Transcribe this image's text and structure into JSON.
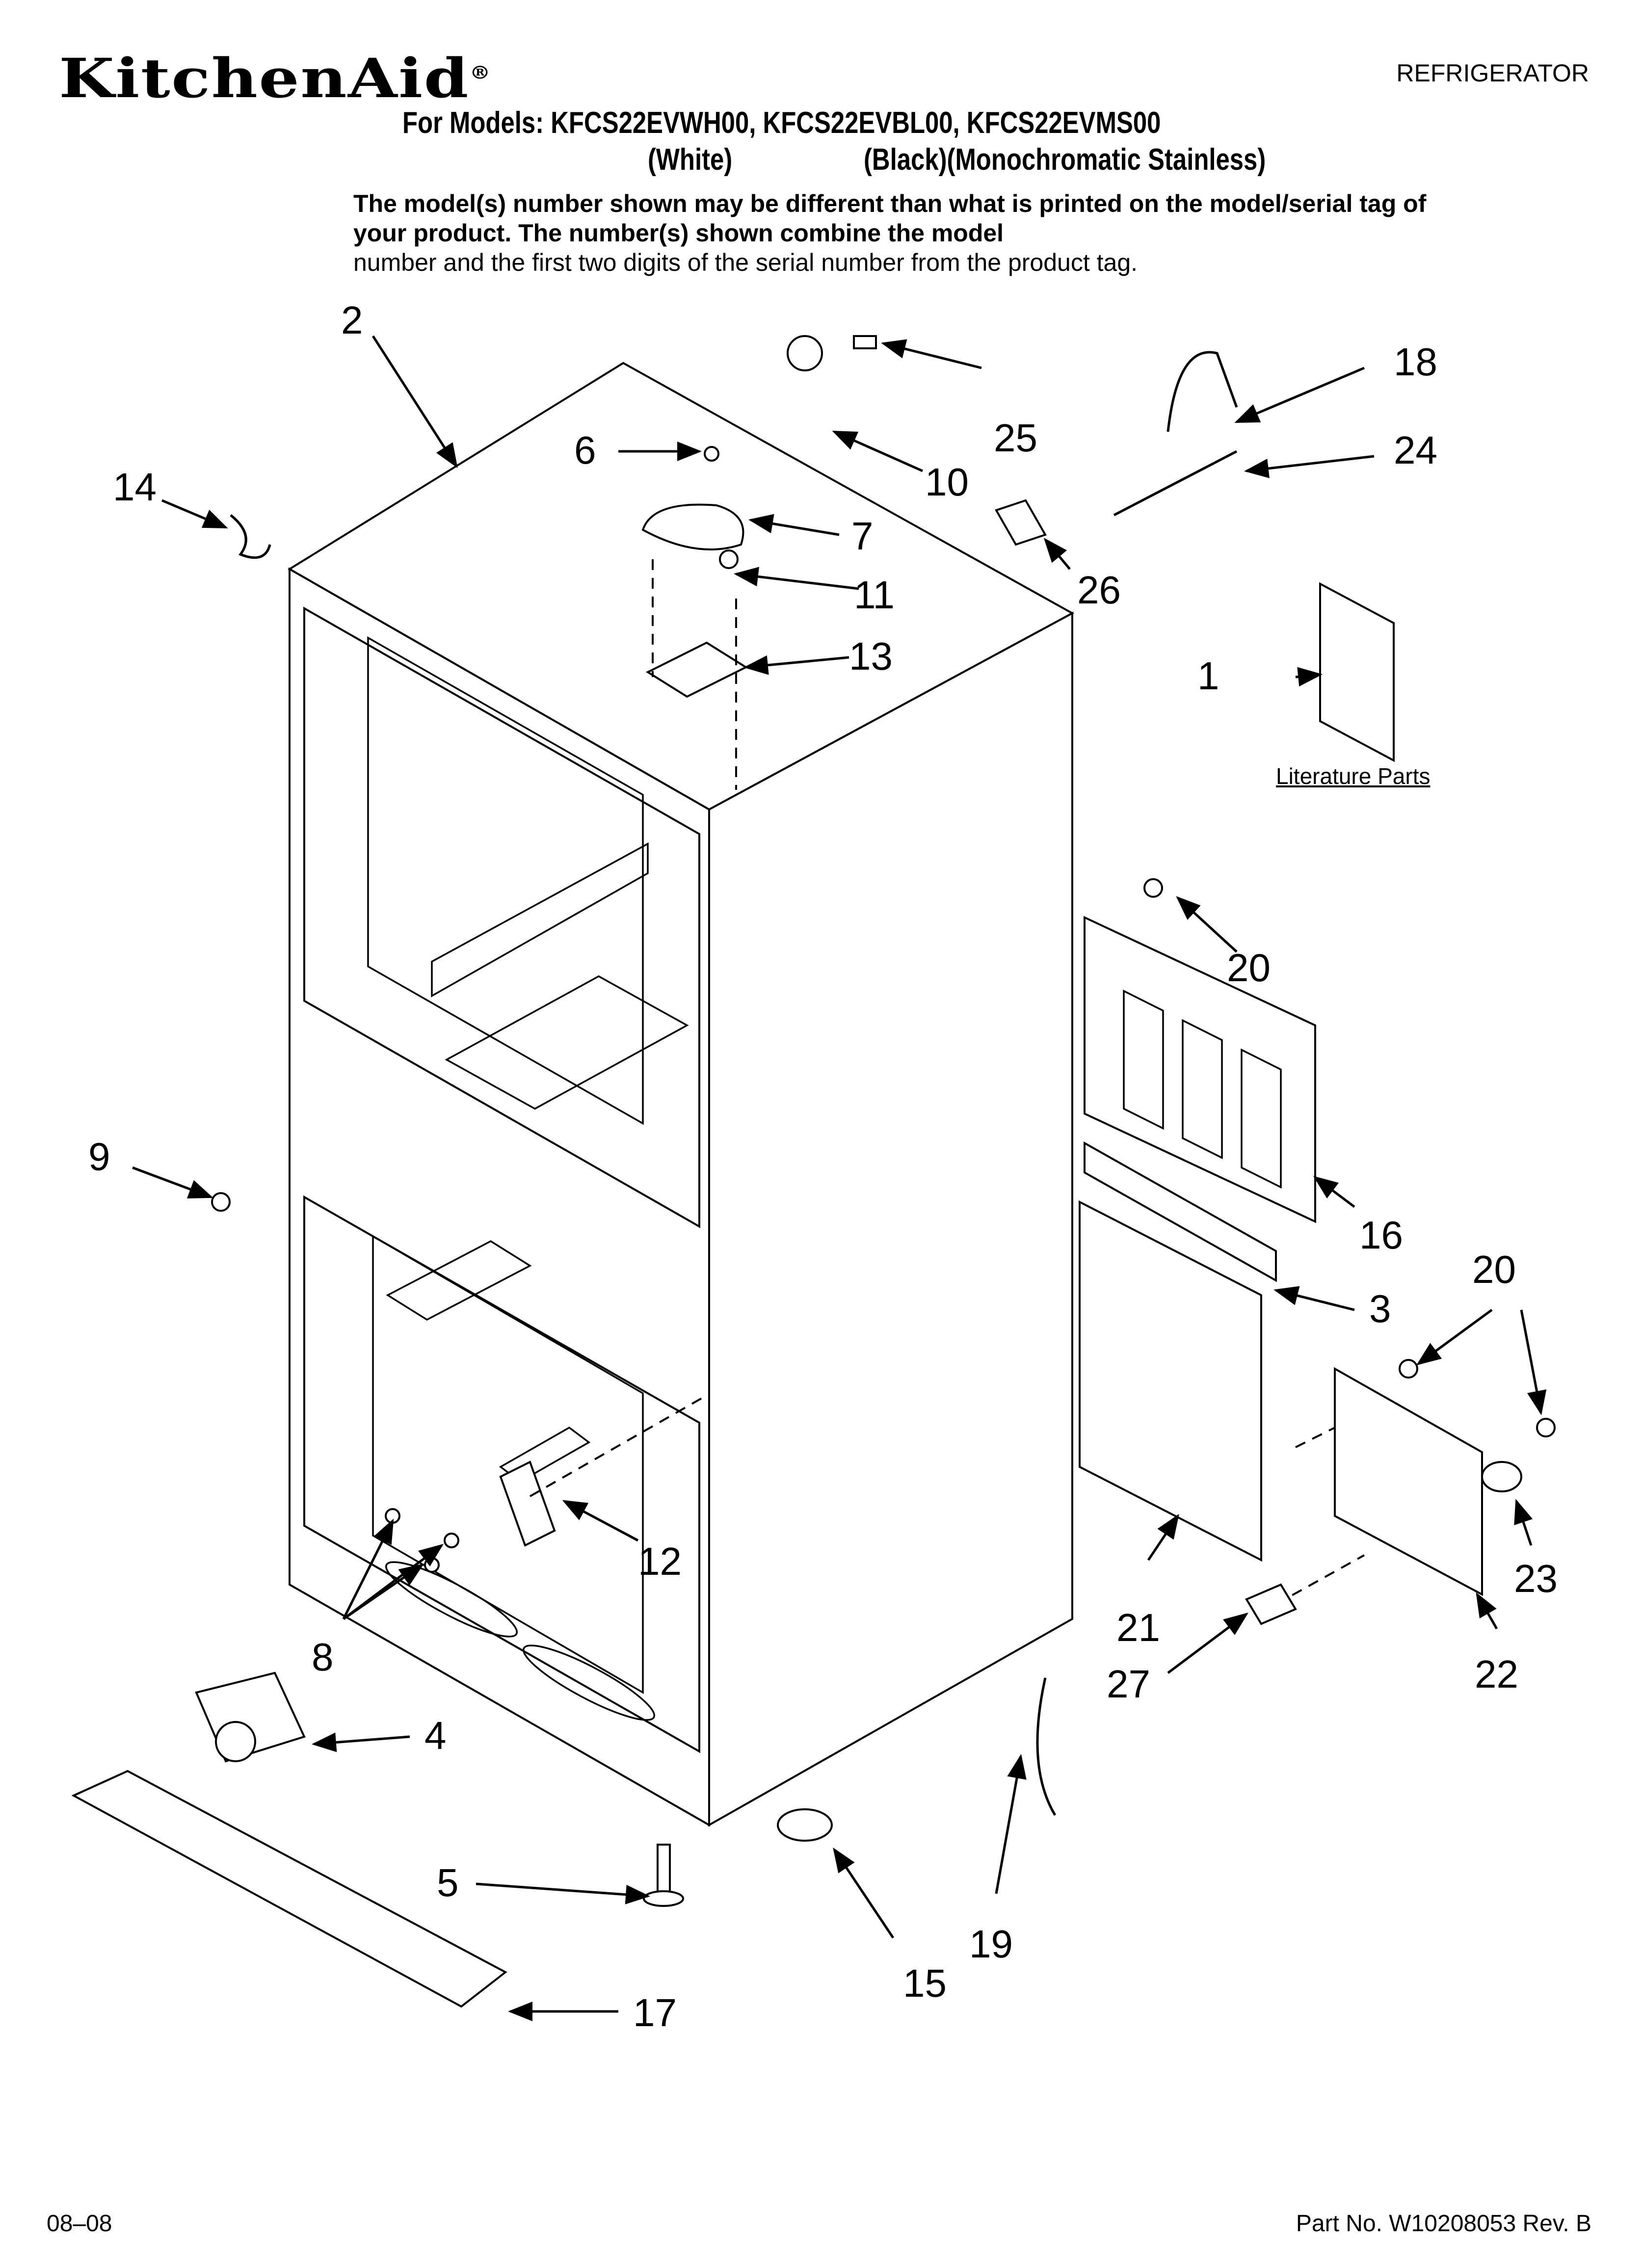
{
  "header": {
    "brand": "KitchenAid",
    "category": "REFRIGERATOR",
    "models_line": "For Models: KFCS22EVWH00, KFCS22EVBL00, KFCS22EVMS00",
    "variant_white": "(White)",
    "variant_black_stainless": "(Black)(Monochromatic Stainless)"
  },
  "note": {
    "bold_text": "The model(s) number shown may be different than what is printed on the model/serial tag of your product. The number(s) shown combine the model",
    "normal_text": "number and the first two digits of the serial number from the product tag."
  },
  "diagram": {
    "literature_label": "Literature Parts",
    "callouts": [
      "1",
      "2",
      "3",
      "4",
      "5",
      "6",
      "7",
      "8",
      "9",
      "10",
      "11",
      "12",
      "13",
      "14",
      "15",
      "16",
      "17",
      "18",
      "19",
      "20",
      "20",
      "21",
      "22",
      "23",
      "24",
      "25",
      "26",
      "27"
    ]
  },
  "footer": {
    "date_code": "08–08",
    "part_number": "Part No. W10208053 Rev. B"
  }
}
